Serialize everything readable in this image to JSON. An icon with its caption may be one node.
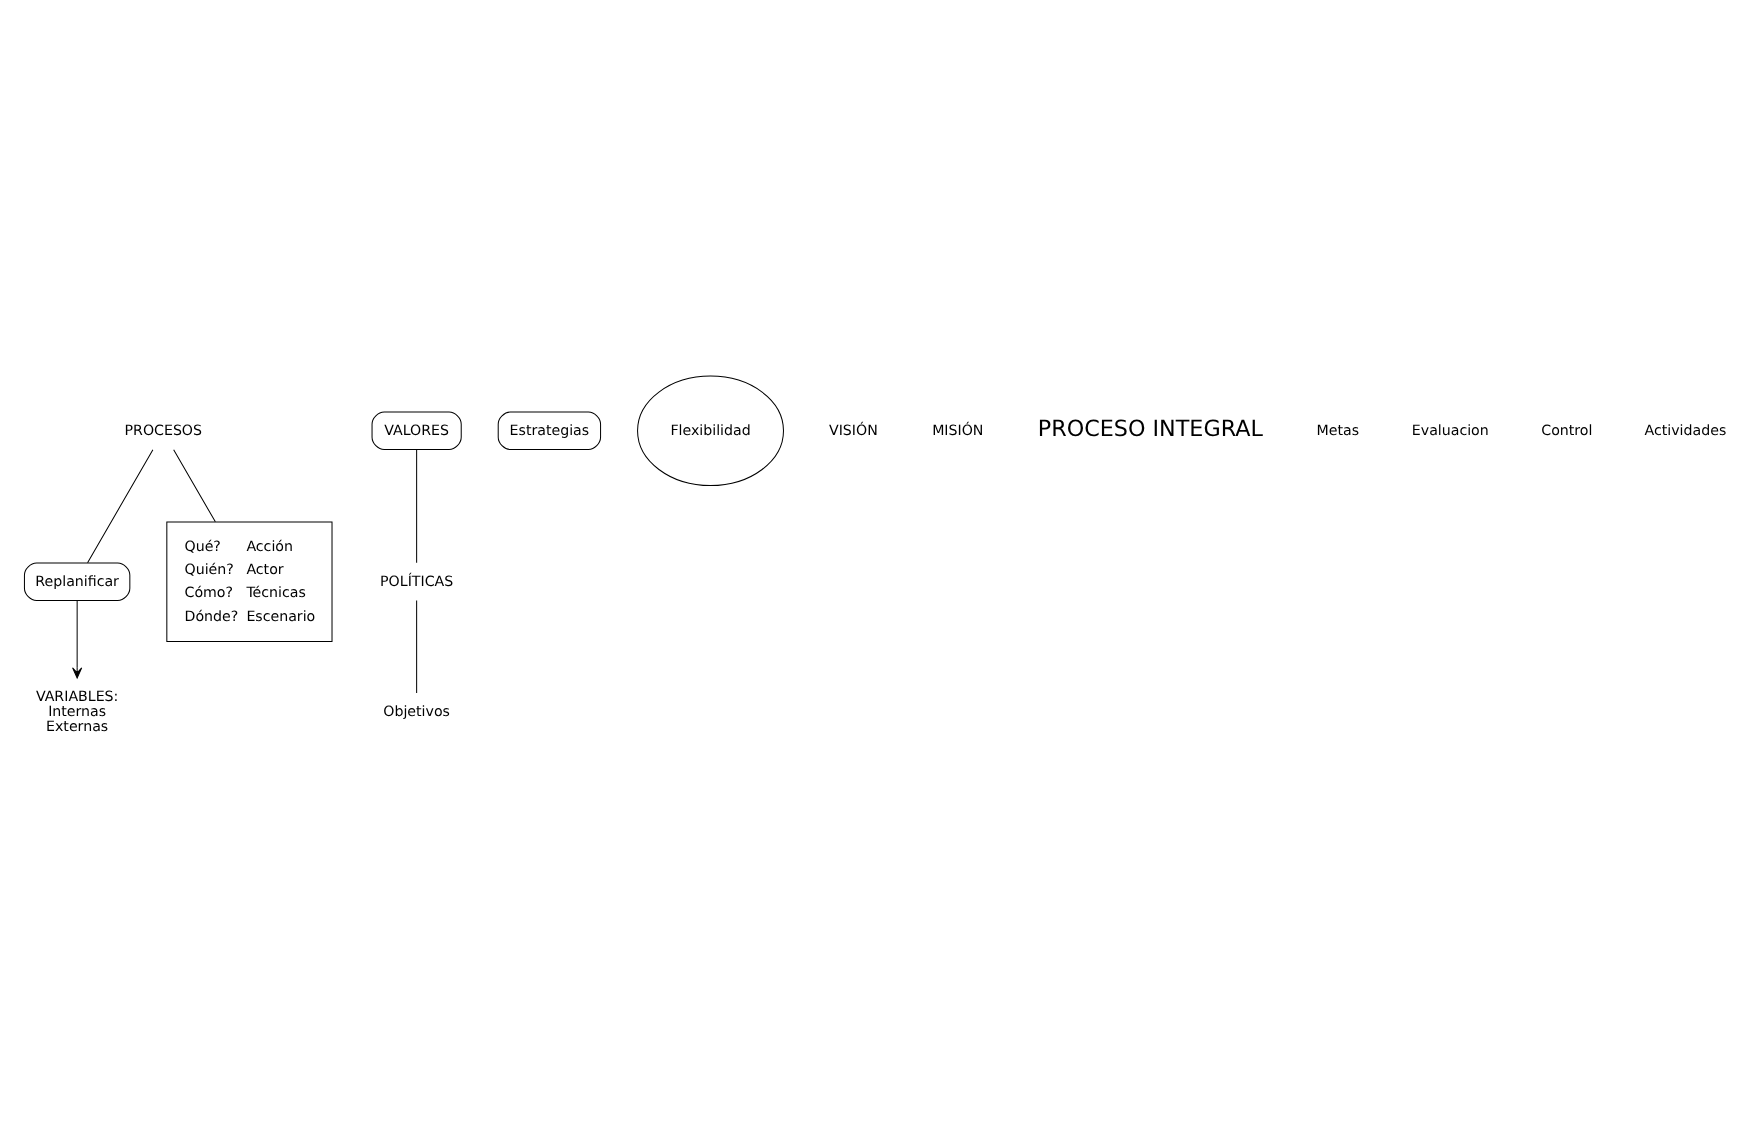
{
  "diagram": {
    "nodes": [
      {
        "text": [
          "VARIABLES:",
          "Internas",
          "Externas"
        ]
      },
      {
        "text": [
          "VALORES"
        ]
      },
      {
        "text": [
          "POLÍTICAS"
        ]
      },
      {
        "text": [
          "Objetivos"
        ]
      },
      {
        "text": [
          "Estrategias"
        ]
      },
      {
        "text": [
          "Flexibilidad"
        ]
      },
      {
        "text": [
          "Replanificar"
        ]
      },
      {
        "text": [
          "PROCESOS"
        ]
      },
      {
        "text": [
          "Qué?",
          "Acción",
          "Quién?",
          "Actor",
          "Cómo?",
          "Técnicas",
          "Dónde?",
          "Escenario"
        ]
      }
    ],
    "edges": [
      {
        "from": 1,
        "to": 2,
        "arrow": "none"
      },
      {
        "from": 2,
        "to": 3,
        "arrow": "none"
      },
      {
        "from": 7,
        "to": 8,
        "arrow": "none"
      },
      {
        "from": 7,
        "to": 6,
        "arrow": "none"
      },
      {
        "from": 6,
        "to": 0,
        "arrow": "to"
      }
    ],
    "labels": [
      "VISIÓN",
      "MISIÓN",
      "PROCESO INTEGRAL",
      "Metas",
      "Evaluacion",
      "Control",
      "Actividades"
    ]
  }
}
